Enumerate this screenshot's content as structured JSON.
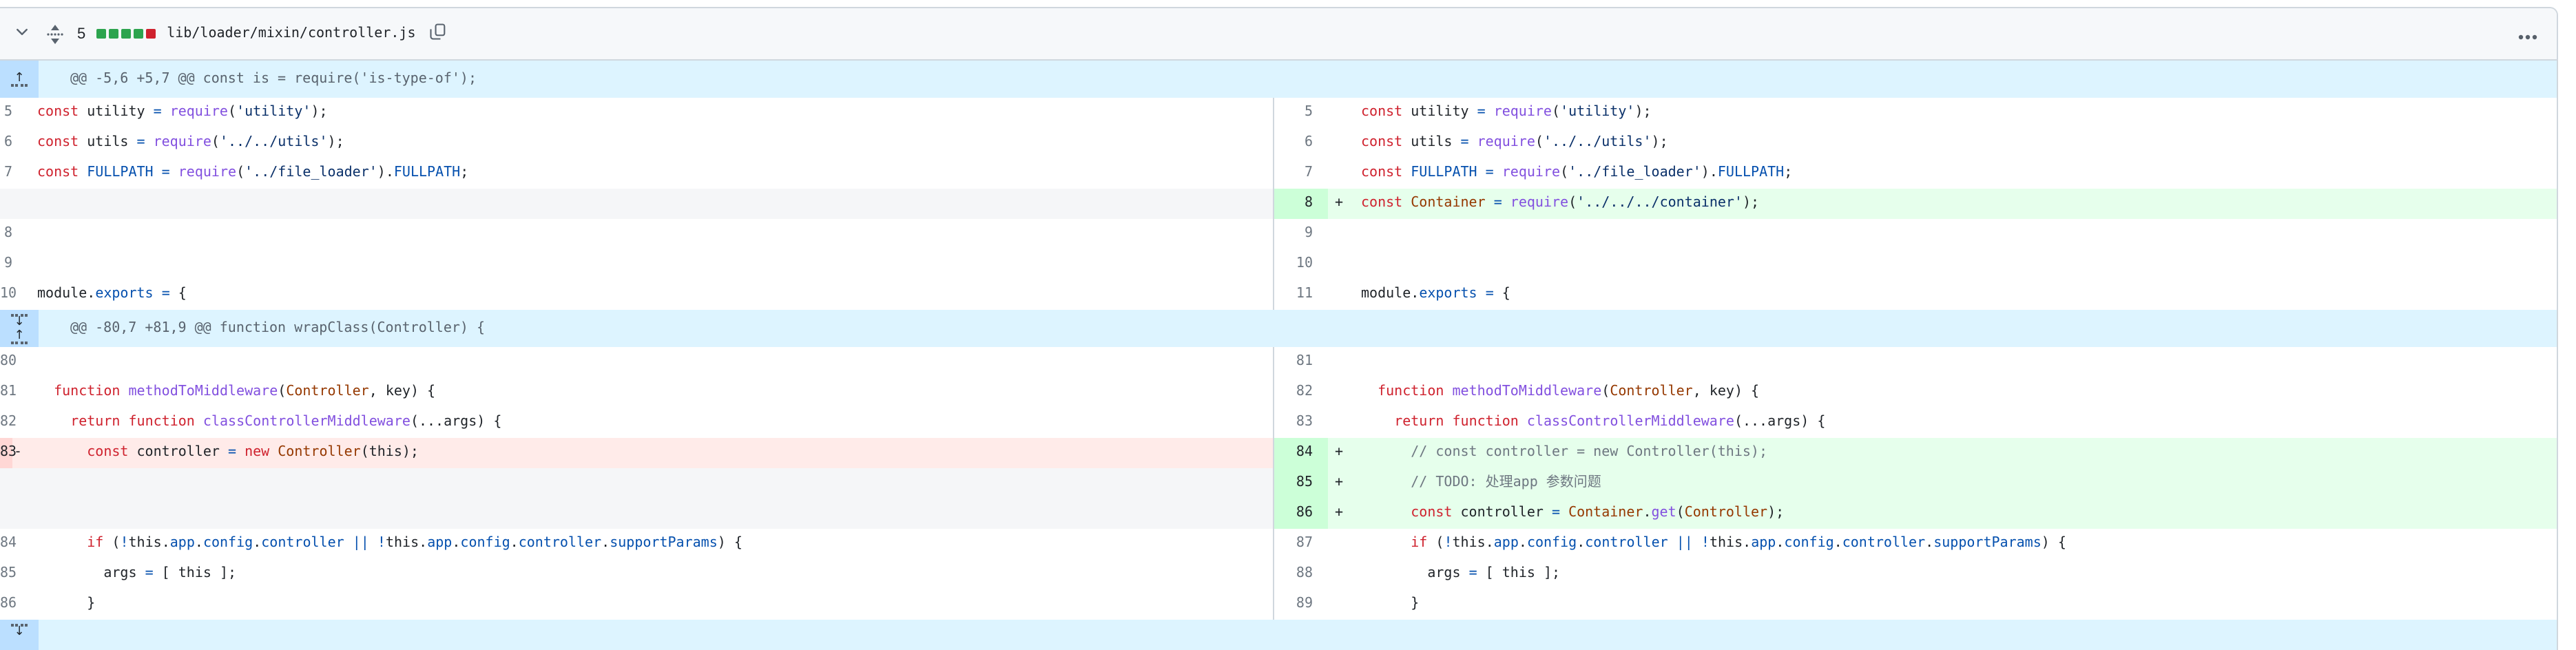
{
  "header": {
    "changed_lines_count": "5",
    "file_path": "lib/loader/mixin/controller.js",
    "diffstat": {
      "total": 5,
      "squares": [
        "added",
        "added",
        "added",
        "added",
        "deleted"
      ]
    }
  },
  "icons": {
    "collapse": "chevron-down",
    "drag_handle": "arrows-up-down-dotted",
    "copy_path": "copy",
    "file_menu": "kebab-horizontal",
    "expand_up": "fold-up-arrow-with-dotted-line",
    "expand_down": "fold-down-arrow-with-dotted-line"
  },
  "colors": {
    "header_bg": "#f6f8fa",
    "border": "#d0d7de",
    "hunk_bg": "#ddf4ff",
    "hunk_gutter_bg": "#bbdfff",
    "added_bg": "#e6ffec",
    "added_num_bg": "#ccffd8",
    "deleted_bg": "#ffebe9",
    "deleted_num_bg": "#ffd7d5",
    "empty_bg": "#f5f6f8",
    "diffstat_added": "#2da44e",
    "diffstat_deleted": "#cf222e",
    "keyword": "#cf222e",
    "string": "#0a3069",
    "function": "#8250df",
    "class": "#953800",
    "constant": "#0550ae",
    "comment": "#6e7781"
  },
  "diff": {
    "rows": [
      {
        "type": "hunk",
        "expanders": [
          "up"
        ],
        "text": "@@ -5,6 +5,7 @@ const is = require('is-type-of');"
      },
      {
        "type": "code",
        "left": {
          "kind": "ctx",
          "num": "5",
          "marker": "",
          "seg": [
            [
              "const ",
              "k"
            ],
            [
              "utility ",
              "pl"
            ],
            [
              "= ",
              "c1"
            ],
            [
              "require",
              "fn"
            ],
            [
              "(",
              "pl"
            ],
            [
              "'utility'",
              "s"
            ],
            [
              ");",
              "pl"
            ]
          ]
        },
        "right": {
          "kind": "ctx",
          "num": "5",
          "marker": "",
          "seg": [
            [
              "const ",
              "k"
            ],
            [
              "utility ",
              "pl"
            ],
            [
              "= ",
              "c1"
            ],
            [
              "require",
              "fn"
            ],
            [
              "(",
              "pl"
            ],
            [
              "'utility'",
              "s"
            ],
            [
              ");",
              "pl"
            ]
          ]
        }
      },
      {
        "type": "code",
        "left": {
          "kind": "ctx",
          "num": "6",
          "marker": "",
          "seg": [
            [
              "const ",
              "k"
            ],
            [
              "utils ",
              "pl"
            ],
            [
              "= ",
              "c1"
            ],
            [
              "require",
              "fn"
            ],
            [
              "(",
              "pl"
            ],
            [
              "'../../utils'",
              "s"
            ],
            [
              ");",
              "pl"
            ]
          ]
        },
        "right": {
          "kind": "ctx",
          "num": "6",
          "marker": "",
          "seg": [
            [
              "const ",
              "k"
            ],
            [
              "utils ",
              "pl"
            ],
            [
              "= ",
              "c1"
            ],
            [
              "require",
              "fn"
            ],
            [
              "(",
              "pl"
            ],
            [
              "'../../utils'",
              "s"
            ],
            [
              ");",
              "pl"
            ]
          ]
        }
      },
      {
        "type": "code",
        "left": {
          "kind": "ctx",
          "num": "7",
          "marker": "",
          "seg": [
            [
              "const ",
              "k"
            ],
            [
              "FULLPATH",
              "c1"
            ],
            [
              " ",
              "pl"
            ],
            [
              "= ",
              "c1"
            ],
            [
              "require",
              "fn"
            ],
            [
              "(",
              "pl"
            ],
            [
              "'../file_loader'",
              "s"
            ],
            [
              ").",
              "pl"
            ],
            [
              "FULLPATH",
              "c1"
            ],
            [
              ";",
              "pl"
            ]
          ]
        },
        "right": {
          "kind": "ctx",
          "num": "7",
          "marker": "",
          "seg": [
            [
              "const ",
              "k"
            ],
            [
              "FULLPATH",
              "c1"
            ],
            [
              " ",
              "pl"
            ],
            [
              "= ",
              "c1"
            ],
            [
              "require",
              "fn"
            ],
            [
              "(",
              "pl"
            ],
            [
              "'../file_loader'",
              "s"
            ],
            [
              ").",
              "pl"
            ],
            [
              "FULLPATH",
              "c1"
            ],
            [
              ";",
              "pl"
            ]
          ]
        }
      },
      {
        "type": "code",
        "left": {
          "kind": "empty",
          "num": "",
          "marker": "",
          "seg": []
        },
        "right": {
          "kind": "add",
          "num": "8",
          "marker": "+",
          "seg": [
            [
              "const ",
              "k"
            ],
            [
              "Container",
              "en"
            ],
            [
              " ",
              "pl"
            ],
            [
              "= ",
              "c1"
            ],
            [
              "require",
              "fn"
            ],
            [
              "(",
              "pl"
            ],
            [
              "'../../../container'",
              "s"
            ],
            [
              ");",
              "pl"
            ]
          ]
        }
      },
      {
        "type": "code",
        "left": {
          "kind": "ctx",
          "num": "8",
          "marker": "",
          "seg": []
        },
        "right": {
          "kind": "ctx",
          "num": "9",
          "marker": "",
          "seg": []
        }
      },
      {
        "type": "code",
        "left": {
          "kind": "ctx",
          "num": "9",
          "marker": "",
          "seg": []
        },
        "right": {
          "kind": "ctx",
          "num": "10",
          "marker": "",
          "seg": []
        }
      },
      {
        "type": "code",
        "left": {
          "kind": "ctx",
          "num": "10",
          "marker": "",
          "seg": [
            [
              "module",
              "pl"
            ],
            [
              ".",
              "pl"
            ],
            [
              "exports",
              "c1"
            ],
            [
              " ",
              "pl"
            ],
            [
              "= ",
              "c1"
            ],
            [
              "{",
              "pl"
            ]
          ]
        },
        "right": {
          "kind": "ctx",
          "num": "11",
          "marker": "",
          "seg": [
            [
              "module",
              "pl"
            ],
            [
              ".",
              "pl"
            ],
            [
              "exports",
              "c1"
            ],
            [
              " ",
              "pl"
            ],
            [
              "= ",
              "c1"
            ],
            [
              "{",
              "pl"
            ]
          ]
        }
      },
      {
        "type": "hunk",
        "expanders": [
          "down",
          "up"
        ],
        "text": "@@ -80,7 +81,9 @@ function wrapClass(Controller) {"
      },
      {
        "type": "code",
        "left": {
          "kind": "ctx",
          "num": "80",
          "marker": "",
          "seg": []
        },
        "right": {
          "kind": "ctx",
          "num": "81",
          "marker": "",
          "seg": []
        }
      },
      {
        "type": "code",
        "left": {
          "kind": "ctx",
          "num": "81",
          "marker": "",
          "seg": [
            [
              "  ",
              "pl"
            ],
            [
              "function",
              "k"
            ],
            [
              " ",
              "pl"
            ],
            [
              "methodToMiddleware",
              "fn"
            ],
            [
              "(",
              "pl"
            ],
            [
              "Controller",
              "en"
            ],
            [
              ", key) {",
              "pl"
            ]
          ]
        },
        "right": {
          "kind": "ctx",
          "num": "82",
          "marker": "",
          "seg": [
            [
              "  ",
              "pl"
            ],
            [
              "function",
              "k"
            ],
            [
              " ",
              "pl"
            ],
            [
              "methodToMiddleware",
              "fn"
            ],
            [
              "(",
              "pl"
            ],
            [
              "Controller",
              "en"
            ],
            [
              ", key) {",
              "pl"
            ]
          ]
        }
      },
      {
        "type": "code",
        "left": {
          "kind": "ctx",
          "num": "82",
          "marker": "",
          "seg": [
            [
              "    ",
              "pl"
            ],
            [
              "return",
              "k"
            ],
            [
              " ",
              "pl"
            ],
            [
              "function",
              "k"
            ],
            [
              " ",
              "pl"
            ],
            [
              "classControllerMiddleware",
              "fn"
            ],
            [
              "(...args) {",
              "pl"
            ]
          ]
        },
        "right": {
          "kind": "ctx",
          "num": "83",
          "marker": "",
          "seg": [
            [
              "    ",
              "pl"
            ],
            [
              "return",
              "k"
            ],
            [
              " ",
              "pl"
            ],
            [
              "function",
              "k"
            ],
            [
              " ",
              "pl"
            ],
            [
              "classControllerMiddleware",
              "fn"
            ],
            [
              "(...args) {",
              "pl"
            ]
          ]
        }
      },
      {
        "type": "code",
        "left": {
          "kind": "del",
          "num": "83",
          "marker": "-",
          "seg": [
            [
              "      ",
              "pl"
            ],
            [
              "const ",
              "k"
            ],
            [
              "controller ",
              "pl"
            ],
            [
              "= ",
              "c1"
            ],
            [
              "new",
              "k"
            ],
            [
              " ",
              "pl"
            ],
            [
              "Controller",
              "en"
            ],
            [
              "(this);",
              "pl"
            ]
          ]
        },
        "right": {
          "kind": "add",
          "num": "84",
          "marker": "+",
          "seg": [
            [
              "      ",
              "pl"
            ],
            [
              "// const controller = new Controller(this);",
              "cm"
            ]
          ]
        }
      },
      {
        "type": "code",
        "left": {
          "kind": "empty",
          "num": "",
          "marker": "",
          "seg": []
        },
        "right": {
          "kind": "add",
          "num": "85",
          "marker": "+",
          "seg": [
            [
              "      ",
              "pl"
            ],
            [
              "// TODO: 处理app 参数问题",
              "cm"
            ]
          ]
        }
      },
      {
        "type": "code",
        "left": {
          "kind": "empty",
          "num": "",
          "marker": "",
          "seg": []
        },
        "right": {
          "kind": "add",
          "num": "86",
          "marker": "+",
          "seg": [
            [
              "      ",
              "pl"
            ],
            [
              "const ",
              "k"
            ],
            [
              "controller ",
              "pl"
            ],
            [
              "= ",
              "c1"
            ],
            [
              "Container",
              "en"
            ],
            [
              ".",
              "pl"
            ],
            [
              "get",
              "fn"
            ],
            [
              "(",
              "pl"
            ],
            [
              "Controller",
              "en"
            ],
            [
              ");",
              "pl"
            ]
          ]
        }
      },
      {
        "type": "code",
        "left": {
          "kind": "ctx",
          "num": "84",
          "marker": "",
          "seg": [
            [
              "      ",
              "pl"
            ],
            [
              "if",
              "k"
            ],
            [
              " (",
              "pl"
            ],
            [
              "!",
              "c1"
            ],
            [
              "this",
              "pl"
            ],
            [
              ".",
              "pl"
            ],
            [
              "app",
              "c1"
            ],
            [
              ".",
              "pl"
            ],
            [
              "config",
              "c1"
            ],
            [
              ".",
              "pl"
            ],
            [
              "controller",
              "c1"
            ],
            [
              " ",
              "pl"
            ],
            [
              "||",
              "c1"
            ],
            [
              " ",
              "pl"
            ],
            [
              "!",
              "c1"
            ],
            [
              "this",
              "pl"
            ],
            [
              ".",
              "pl"
            ],
            [
              "app",
              "c1"
            ],
            [
              ".",
              "pl"
            ],
            [
              "config",
              "c1"
            ],
            [
              ".",
              "pl"
            ],
            [
              "controller",
              "c1"
            ],
            [
              ".",
              "pl"
            ],
            [
              "supportParams",
              "c1"
            ],
            [
              ") {",
              "pl"
            ]
          ]
        },
        "right": {
          "kind": "ctx",
          "num": "87",
          "marker": "",
          "seg": [
            [
              "      ",
              "pl"
            ],
            [
              "if",
              "k"
            ],
            [
              " (",
              "pl"
            ],
            [
              "!",
              "c1"
            ],
            [
              "this",
              "pl"
            ],
            [
              ".",
              "pl"
            ],
            [
              "app",
              "c1"
            ],
            [
              ".",
              "pl"
            ],
            [
              "config",
              "c1"
            ],
            [
              ".",
              "pl"
            ],
            [
              "controller",
              "c1"
            ],
            [
              " ",
              "pl"
            ],
            [
              "||",
              "c1"
            ],
            [
              " ",
              "pl"
            ],
            [
              "!",
              "c1"
            ],
            [
              "this",
              "pl"
            ],
            [
              ".",
              "pl"
            ],
            [
              "app",
              "c1"
            ],
            [
              ".",
              "pl"
            ],
            [
              "config",
              "c1"
            ],
            [
              ".",
              "pl"
            ],
            [
              "controller",
              "c1"
            ],
            [
              ".",
              "pl"
            ],
            [
              "supportParams",
              "c1"
            ],
            [
              ") {",
              "pl"
            ]
          ]
        }
      },
      {
        "type": "code",
        "left": {
          "kind": "ctx",
          "num": "85",
          "marker": "",
          "seg": [
            [
              "        args ",
              "pl"
            ],
            [
              "= ",
              "c1"
            ],
            [
              "[ this ];",
              "pl"
            ]
          ]
        },
        "right": {
          "kind": "ctx",
          "num": "88",
          "marker": "",
          "seg": [
            [
              "        args ",
              "pl"
            ],
            [
              "= ",
              "c1"
            ],
            [
              "[ this ];",
              "pl"
            ]
          ]
        }
      },
      {
        "type": "code",
        "left": {
          "kind": "ctx",
          "num": "86",
          "marker": "",
          "seg": [
            [
              "      }",
              "pl"
            ]
          ]
        },
        "right": {
          "kind": "ctx",
          "num": "89",
          "marker": "",
          "seg": [
            [
              "      }",
              "pl"
            ]
          ]
        }
      },
      {
        "type": "band",
        "expanders": [
          "down"
        ],
        "text": ""
      }
    ]
  }
}
